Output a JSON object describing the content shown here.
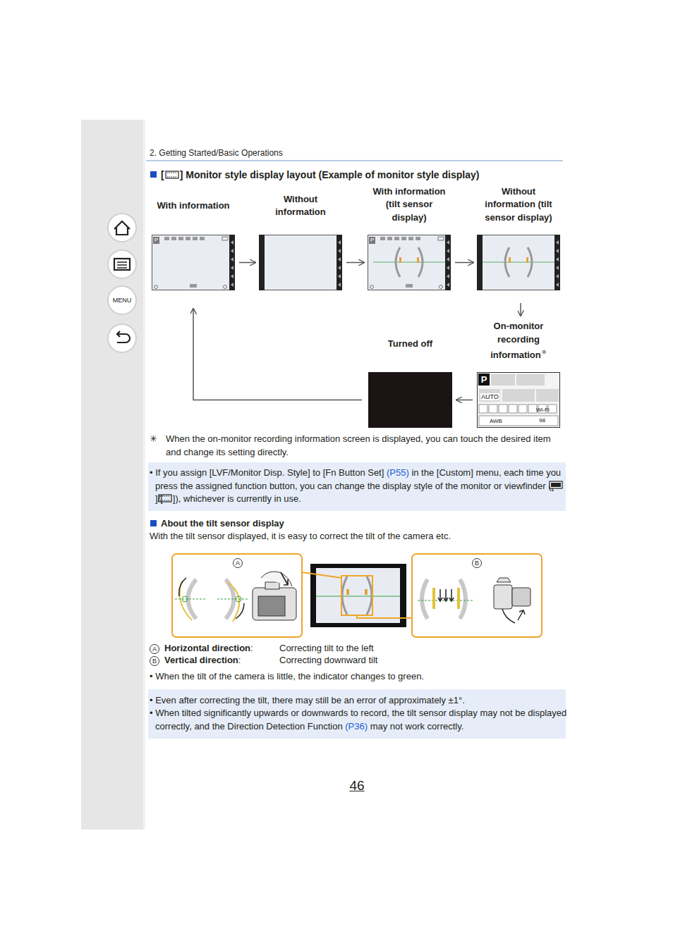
{
  "diagram": {
    "nodes": [
      {
        "text": [
          "With information"
        ]
      },
      {
        "text": [
          "Without information"
        ]
      },
      {
        "text": [
          "With information (tilt sensor display)"
        ]
      },
      {
        "text": [
          "Without information (tilt sensor display)"
        ]
      },
      {
        "text": [
          "On-monitor recording information",
          "✳"
        ]
      },
      {
        "text": [
          "Turned off"
        ]
      }
    ],
    "edges": [
      {
        "from": 0,
        "to": 1,
        "arrow": "to"
      },
      {
        "from": 1,
        "to": 2,
        "arrow": "to"
      },
      {
        "from": 2,
        "to": 3,
        "arrow": "to"
      },
      {
        "from": 3,
        "to": 4,
        "arrow": "to"
      },
      {
        "from": 4,
        "to": 5,
        "arrow": "to"
      },
      {
        "from": 5,
        "to": 0,
        "arrow": "to"
      }
    ],
    "labels": [
      "2. Getting Started/Basic Operations",
      "[",
      "] Monitor style display layout (Example of monitor style display)",
      "P",
      "P",
      "P",
      "AUTO",
      "98",
      "AWB",
      "Wi-Fi",
      "✳",
      "When the on-monitor recording information screen is displayed, you can touch the desired item and change its setting directly.",
      "• If you assign [LVF/Monitor Disp. Style] to [Fn Button Set] ",
      "(P55)",
      " in the [Custom] menu, each time you press the assigned function button, you can change the display style of the monitor or viewfinder ([",
      "]/[",
      "]), whichever is currently in use.",
      "About the tilt sensor display",
      "With the tilt sensor displayed, it is easy to correct the tilt of the camera etc.",
      "A",
      "B",
      "A",
      "Horizontal direction",
      ":",
      "Correcting tilt to the left",
      "B",
      "Vertical direction",
      ":",
      "Correcting downward tilt",
      "• When the tilt of the camera is little, the indicator changes to green.",
      "• Even after correcting the tilt, there may still be an error of approximately ±1°.",
      "• When tilted significantly upwards or downwards to record, the tilt sensor display may not be displayed correctly, and the Direction Detection Function ",
      "(P36)",
      " may not work correctly.",
      "46",
      "MENU"
    ]
  }
}
